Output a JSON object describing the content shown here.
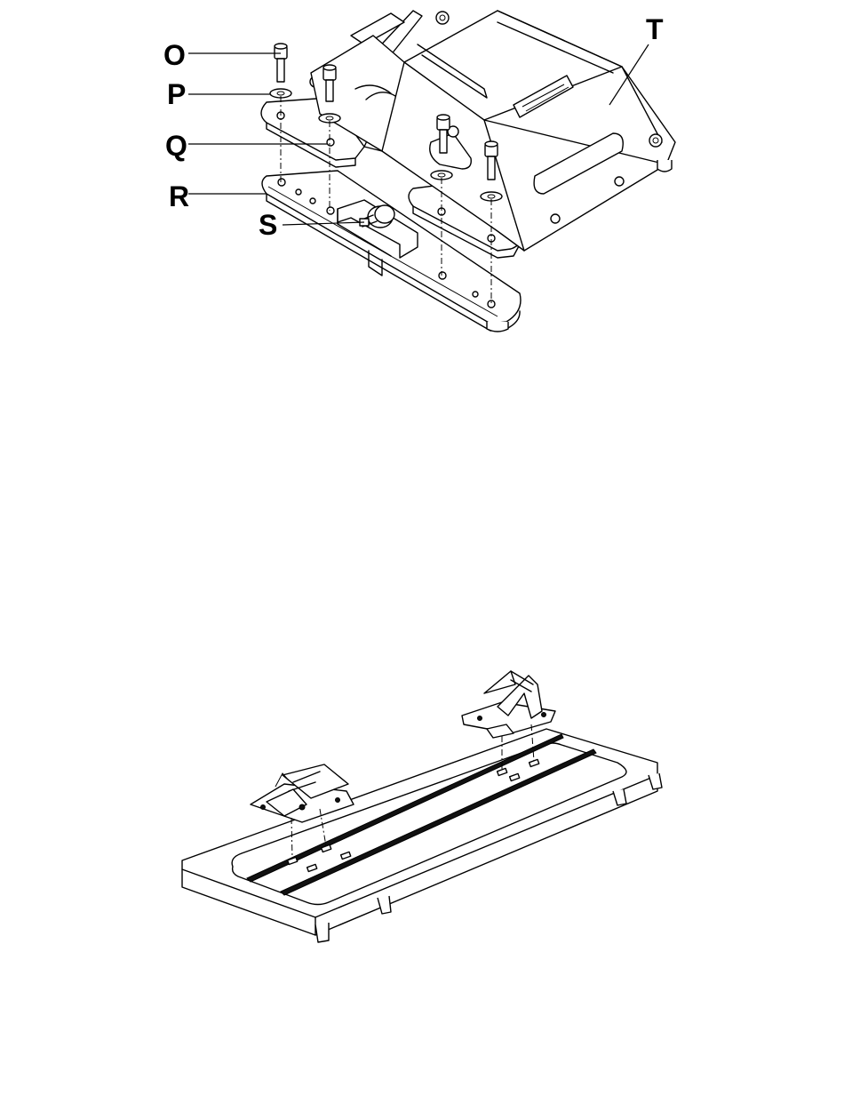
{
  "callouts": {
    "O": "O",
    "P": "P",
    "Q": "Q",
    "R": "R",
    "S": "S",
    "T": "T"
  }
}
